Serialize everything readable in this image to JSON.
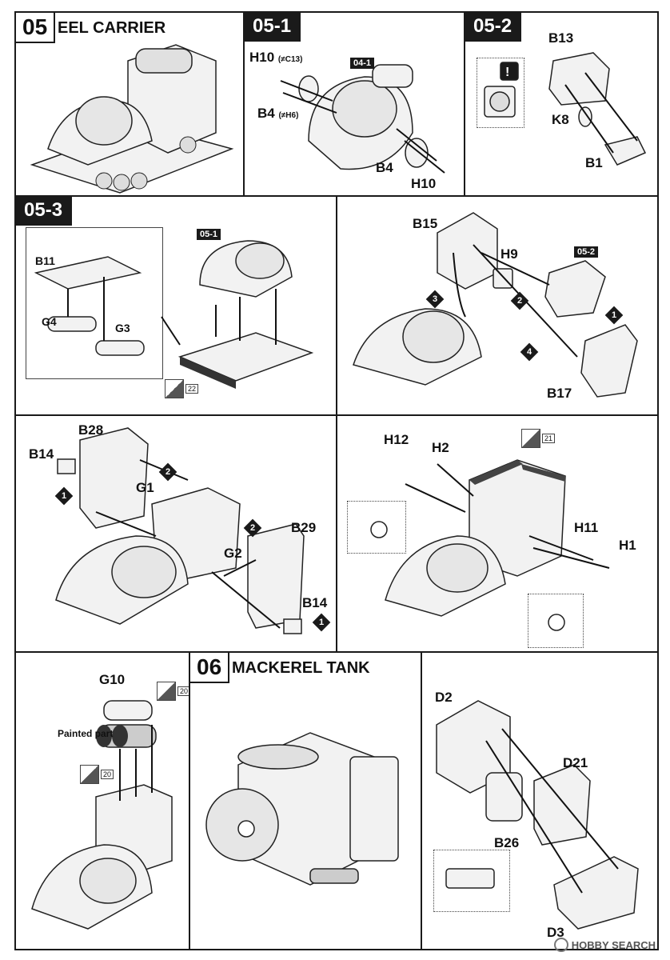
{
  "step05": {
    "num": "05",
    "title": "EEL CARRIER"
  },
  "step05_1": {
    "tab": "05-1",
    "labels": {
      "h10a": "H10",
      "h10a_note": "(≠C13)",
      "b4a": "B4",
      "b4a_note": "(≠H6)",
      "ref": "04-1",
      "b4b": "B4",
      "h10b": "H10"
    }
  },
  "step05_2": {
    "tab": "05-2",
    "labels": {
      "b13": "B13",
      "k8": "K8",
      "b1": "B1"
    }
  },
  "step05_3": {
    "tab": "05-3",
    "labels": {
      "b11": "B11",
      "g4": "G4",
      "g3": "G3",
      "ref": "05-1",
      "paint": "22"
    }
  },
  "step05_4": {
    "labels": {
      "b15": "B15",
      "h9": "H9",
      "ref": "05-2",
      "b17": "B17"
    },
    "seq": [
      "3",
      "2",
      "1",
      "4"
    ]
  },
  "step05_5": {
    "labels": {
      "b28": "B28",
      "b14a": "B14",
      "g1": "G1",
      "b29": "B29",
      "g2": "G2",
      "b14b": "B14"
    },
    "seq": [
      "2",
      "1",
      "2",
      "1"
    ]
  },
  "step05_6": {
    "labels": {
      "h12": "H12",
      "h2": "H2",
      "h11": "H11",
      "h1": "H1",
      "paint": "21"
    }
  },
  "step05_7": {
    "labels": {
      "g10": "G10",
      "painted": "Painted part",
      "paint_a": "20",
      "paint_b": "20"
    }
  },
  "step06": {
    "num": "06",
    "title": "MACKEREL TANK"
  },
  "step06_1": {
    "labels": {
      "d2": "D2",
      "d21": "D21",
      "b26": "B26",
      "d3": "D3"
    }
  },
  "footer": {
    "text": "HOBBY SEARCH"
  }
}
